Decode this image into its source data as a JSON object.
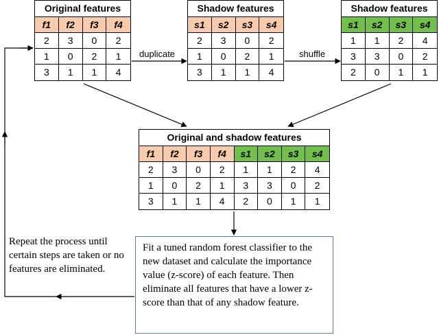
{
  "colors": {
    "original_header": "#f8cbad",
    "shadow_header": "#70c04a",
    "plain_header": "#f8cbad"
  },
  "tables": {
    "original": {
      "title": "Original features",
      "headers": [
        "f1",
        "f2",
        "f3",
        "f4"
      ],
      "header_style": [
        "orig",
        "orig",
        "orig",
        "orig"
      ],
      "rows": [
        [
          "2",
          "3",
          "0",
          "2"
        ],
        [
          "1",
          "0",
          "2",
          "1"
        ],
        [
          "3",
          "1",
          "1",
          "4"
        ]
      ]
    },
    "shadow": {
      "title": "Shadow features",
      "headers": [
        "s1",
        "s2",
        "s3",
        "s4"
      ],
      "header_style": [
        "orig",
        "orig",
        "orig",
        "orig"
      ],
      "rows": [
        [
          "2",
          "3",
          "0",
          "2"
        ],
        [
          "1",
          "0",
          "2",
          "1"
        ],
        [
          "3",
          "1",
          "1",
          "4"
        ]
      ]
    },
    "shuffled": {
      "title": "Shadow features",
      "headers": [
        "s1",
        "s2",
        "s3",
        "s4"
      ],
      "header_style": [
        "shadow",
        "shadow",
        "shadow",
        "shadow"
      ],
      "rows": [
        [
          "1",
          "1",
          "2",
          "4"
        ],
        [
          "3",
          "3",
          "0",
          "2"
        ],
        [
          "2",
          "0",
          "1",
          "1"
        ]
      ]
    },
    "combined": {
      "title": "Original and shadow features",
      "headers": [
        "f1",
        "f2",
        "f3",
        "f4",
        "s1",
        "s2",
        "s3",
        "s4"
      ],
      "header_style": [
        "orig",
        "orig",
        "orig",
        "orig",
        "shadow",
        "shadow",
        "shadow",
        "shadow"
      ],
      "rows": [
        [
          "2",
          "3",
          "0",
          "2",
          "1",
          "1",
          "2",
          "4"
        ],
        [
          "1",
          "0",
          "2",
          "1",
          "3",
          "3",
          "0",
          "2"
        ],
        [
          "3",
          "1",
          "1",
          "4",
          "2",
          "0",
          "1",
          "1"
        ]
      ]
    }
  },
  "edges": {
    "duplicate": "duplicate",
    "shuffle": "shuffle"
  },
  "process_text": "Fit a tuned random forest classifier to the new dataset and calculate the importance value (z-score) of each feature. Then eliminate all features that have a lower z-score than that of any shadow feature.",
  "repeat_text": "Repeat the process until certain steps are taken or no features are eliminated."
}
